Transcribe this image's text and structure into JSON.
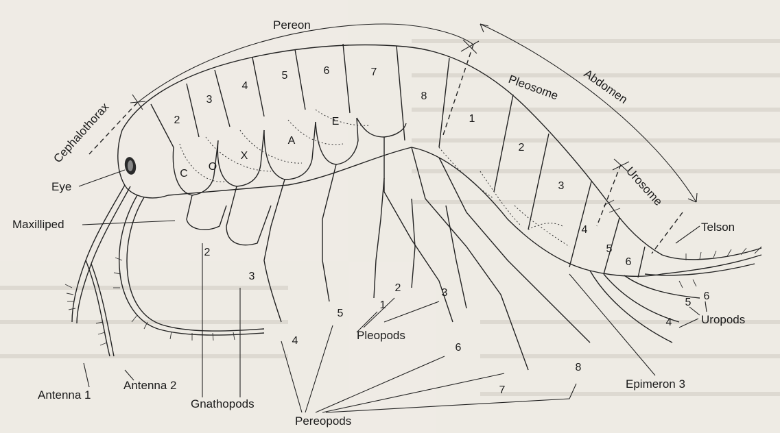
{
  "labels": {
    "pereon": "Pereon",
    "cephalothorax": "Cephalothorax",
    "pleosome": "Pleosome",
    "abdomen": "Abdomen",
    "urosome": "Urosome",
    "telson": "Telson",
    "eye": "Eye",
    "maxilliped": "Maxilliped",
    "antenna1": "Antenna 1",
    "antenna2": "Antenna 2",
    "gnathopods": "Gnathopods",
    "pereopods": "Pereopods",
    "pleopods": "Pleopods",
    "uropods": "Uropods",
    "epimeron3": "Epimeron 3",
    "coxa": [
      "C",
      "O",
      "X",
      "A",
      "E"
    ]
  },
  "segment_numbers": {
    "pereon": [
      "2",
      "3",
      "4",
      "5",
      "6",
      "7",
      "8"
    ],
    "pleosome": [
      "1",
      "2",
      "3"
    ],
    "urosome": [
      "4",
      "5",
      "6"
    ],
    "gnathopods": [
      "2",
      "3"
    ],
    "pereopods": [
      "4",
      "5",
      "6",
      "7",
      "8"
    ],
    "pleopods": [
      "1",
      "2",
      "3"
    ],
    "uropods": [
      "4",
      "5",
      "6"
    ]
  }
}
